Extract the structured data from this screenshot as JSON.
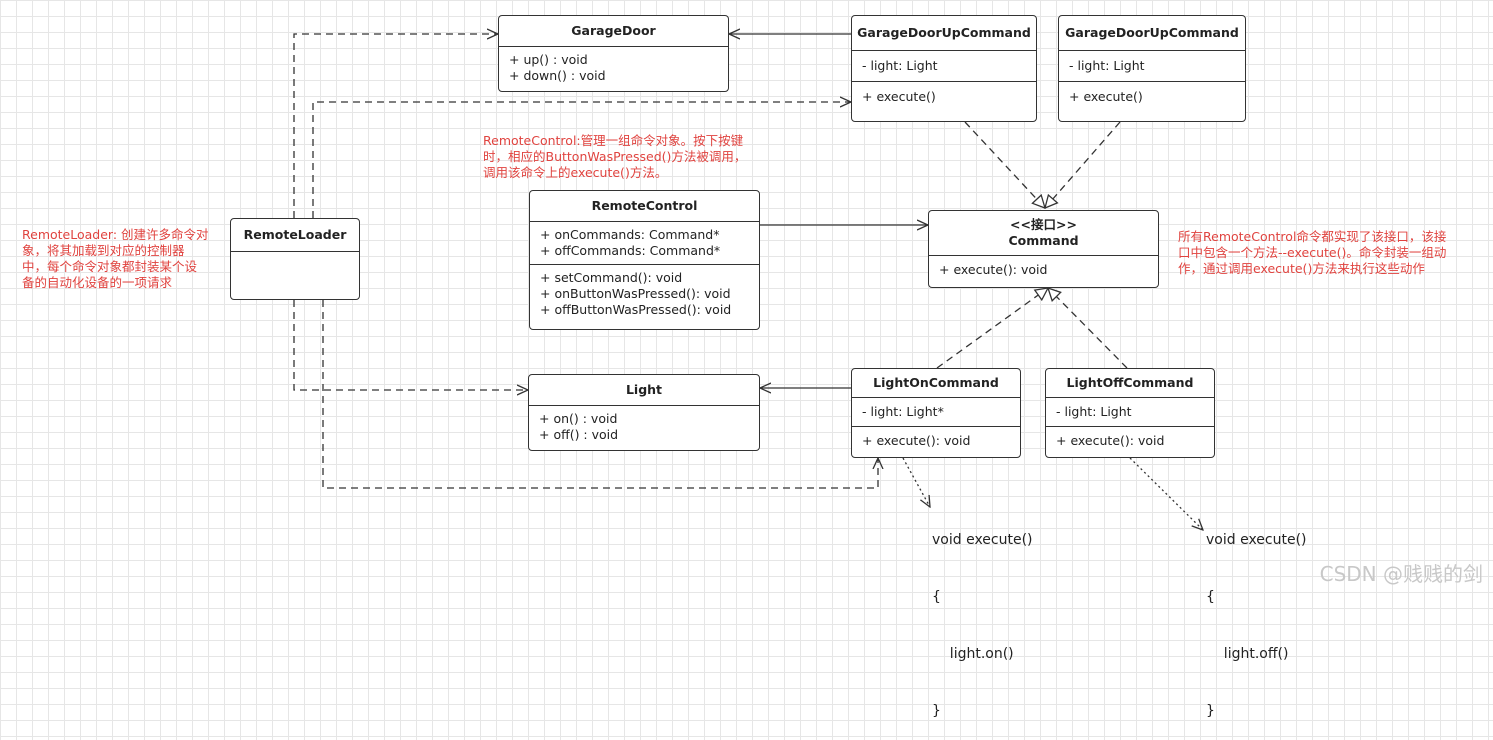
{
  "classes": {
    "garage_door": {
      "name": "GarageDoor",
      "methods": [
        "+ up() : void",
        "+ down() : void"
      ]
    },
    "garage_up_1": {
      "name": "GarageDoorUpCommand",
      "attributes": [
        "- light: Light"
      ],
      "methods": [
        "+ execute()"
      ]
    },
    "garage_up_2": {
      "name": "GarageDoorUpCommand",
      "attributes": [
        "- light: Light"
      ],
      "methods": [
        "+ execute()"
      ]
    },
    "remote_loader": {
      "name": "RemoteLoader"
    },
    "remote_control": {
      "name": "RemoteControl",
      "attributes": [
        "+ onCommands: Command*",
        "+ offCommands: Command*"
      ],
      "methods": [
        "+ setCommand(): void",
        "+ onButtonWasPressed(): void",
        "+ offButtonWasPressed(): void"
      ]
    },
    "command": {
      "stereotype": "<<接口>>",
      "name": "Command",
      "methods": [
        "+ execute(): void"
      ]
    },
    "light": {
      "name": "Light",
      "methods": [
        "+ on() : void",
        "+ off() : void"
      ]
    },
    "light_on": {
      "name": "LightOnCommand",
      "attributes": [
        "- light: Light*"
      ],
      "methods": [
        "+ execute(): void"
      ]
    },
    "light_off": {
      "name": "LightOffCommand",
      "attributes": [
        "- light: Light"
      ],
      "methods": [
        "+ execute(): void"
      ]
    }
  },
  "notes": {
    "remote_control": [
      "RemoteControl:管理一组命令对象。按下按键",
      "时，相应的ButtonWasPressed()方法被调用，",
      "调用该命令上的execute()方法。"
    ],
    "remote_loader": [
      "RemoteLoader: 创建许多命令对",
      "象，将其加载到对应的控制器",
      "中，每个命令对象都封装某个设",
      "备的自动化设备的一项请求"
    ],
    "command": [
      "所有RemoteControl命令都实现了该接口，该接",
      "口中包含一个方法--execute()。命令封装一组动",
      "作，通过调用execute()方法来执行这些动作"
    ]
  },
  "code": {
    "light_on": [
      "void execute()",
      "{",
      "    light.on()",
      "}"
    ],
    "light_off": [
      "void execute()",
      "{",
      "    light.off()",
      "}"
    ]
  },
  "watermark": "CSDN @贱贱的剑",
  "colors": {
    "note": "#e0433f",
    "line": "#333333",
    "grid": "#e6e6e6"
  }
}
